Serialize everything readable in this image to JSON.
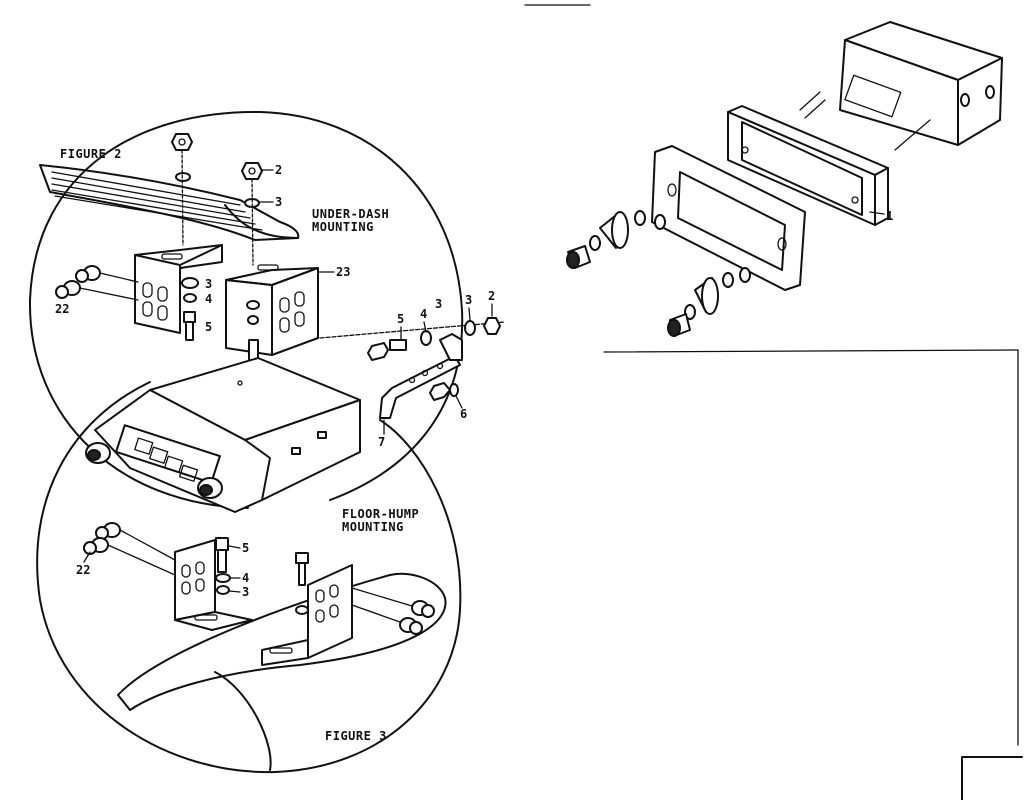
{
  "labels": {
    "figure_2": "FIGURE 2",
    "figure_3": "FIGURE 3",
    "under_dash_line1": "UNDER-DASH",
    "under_dash_line2": "MOUNTING",
    "floor_hump_line1": "FLOOR-HUMP",
    "floor_hump_line2": "MOUNTING"
  },
  "callouts": {
    "nut_2": "2",
    "washer_3": "3",
    "bracket_23": "23",
    "left_3": "3",
    "left_4": "4",
    "left_5": "5",
    "left_22": "22",
    "right_5": "5",
    "right_4": "4",
    "right_3a": "3",
    "right_3b": "3",
    "right_2": "2",
    "strap_7": "7",
    "nut_6": "6",
    "trim_1": "1",
    "fig3_5": "5",
    "fig3_4": "4",
    "fig3_3": "3",
    "fig3_22": "22"
  }
}
